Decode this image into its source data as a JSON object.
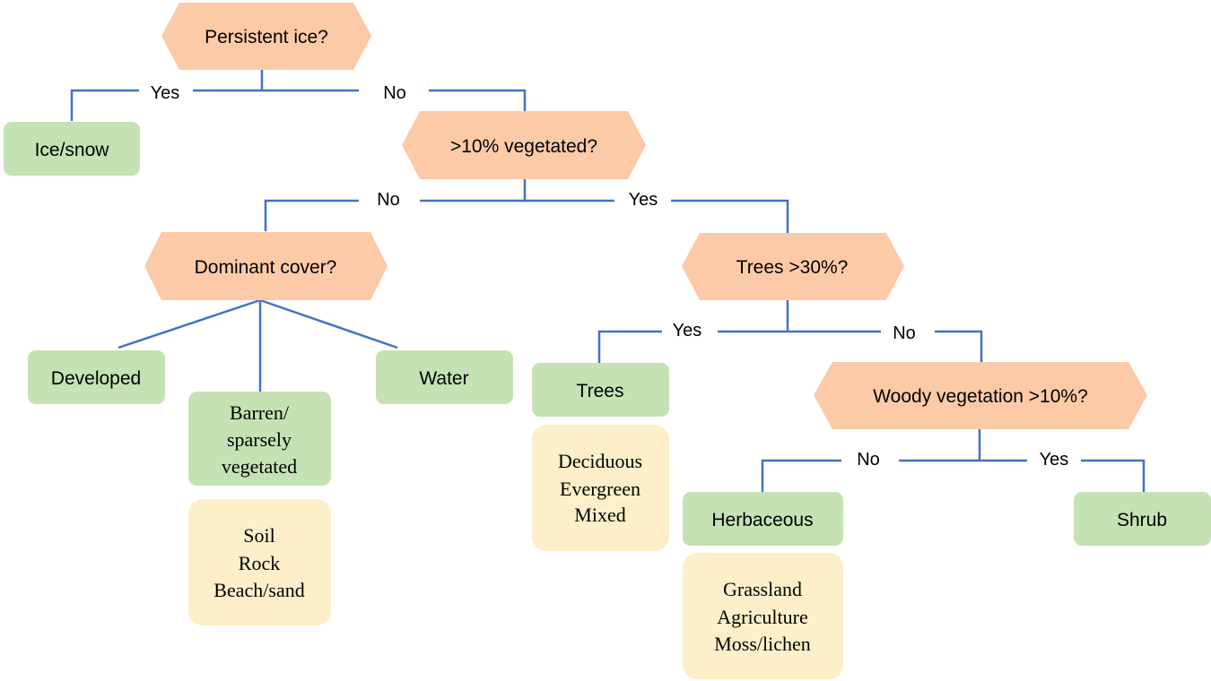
{
  "nodes": {
    "persistent_ice": "Persistent ice?",
    "ice_snow": "Ice/snow",
    "vegetated_10": ">10% vegetated?",
    "dominant_cover": "Dominant cover?",
    "trees_30": "Trees >30%?",
    "developed": "Developed",
    "barren": [
      "Barren/",
      "sparsely",
      "vegetated"
    ],
    "water": "Water",
    "trees": "Trees",
    "woody_10": "Woody vegetation >10%?",
    "herbaceous": "Herbaceous",
    "shrub": "Shrub"
  },
  "details": {
    "barren": [
      "Soil",
      "Rock",
      "Beach/sand"
    ],
    "trees": [
      "Deciduous",
      "Evergreen",
      "Mixed"
    ],
    "herbaceous": [
      "Grassland",
      "Agriculture",
      "Moss/lichen"
    ]
  },
  "edge_labels": {
    "ice_yes": "Yes",
    "ice_no": "No",
    "veg_no": "No",
    "veg_yes": "Yes",
    "trees_yes": "Yes",
    "trees_no": "No",
    "woody_no": "No",
    "woody_yes": "Yes"
  },
  "colors": {
    "decision": "#fccaa6",
    "class": "#c4e2b4",
    "detail": "#fdefc9",
    "connector": "#4472c4"
  }
}
